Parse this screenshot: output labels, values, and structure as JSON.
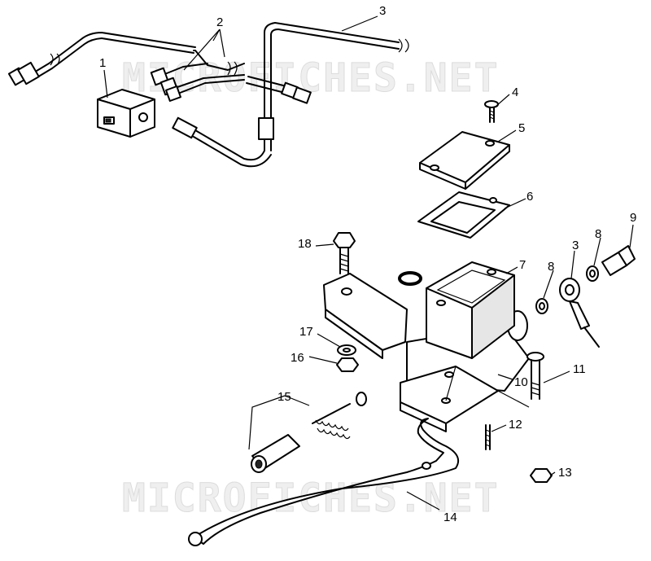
{
  "watermarks": [
    "MICROFICHES.NET",
    "MICROFICHES.NET"
  ],
  "callouts": [
    {
      "id": "c1",
      "text": "1"
    },
    {
      "id": "c2",
      "text": "2"
    },
    {
      "id": "c3a",
      "text": "3"
    },
    {
      "id": "c3b",
      "text": "3"
    },
    {
      "id": "c4",
      "text": "4"
    },
    {
      "id": "c5",
      "text": "5"
    },
    {
      "id": "c6",
      "text": "6"
    },
    {
      "id": "c7",
      "text": "7"
    },
    {
      "id": "c8a",
      "text": "8"
    },
    {
      "id": "c8b",
      "text": "8"
    },
    {
      "id": "c9",
      "text": "9"
    },
    {
      "id": "c10",
      "text": "10"
    },
    {
      "id": "c11",
      "text": "11"
    },
    {
      "id": "c12",
      "text": "12"
    },
    {
      "id": "c13",
      "text": "13"
    },
    {
      "id": "c14",
      "text": "14"
    },
    {
      "id": "c15",
      "text": "15"
    },
    {
      "id": "c16",
      "text": "16"
    },
    {
      "id": "c17",
      "text": "17"
    },
    {
      "id": "c18",
      "text": "18"
    }
  ]
}
